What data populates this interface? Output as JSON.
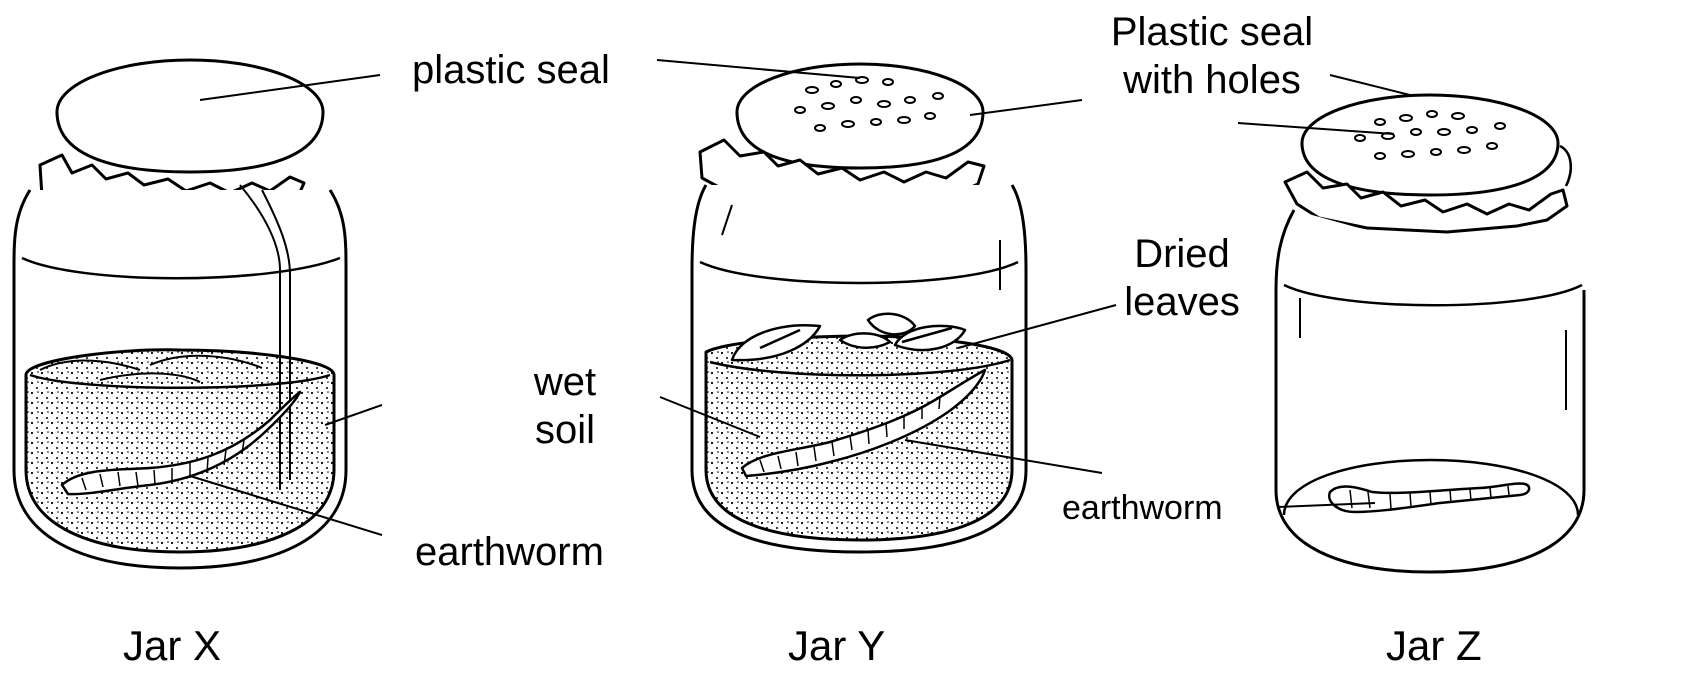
{
  "labels": {
    "plastic_seal": "plastic seal",
    "plastic_seal_holes_line1": "Plastic seal",
    "plastic_seal_holes_line2": "with holes",
    "dried_leaves_line1": "Dried",
    "dried_leaves_line2": "leaves",
    "wet_soil_line1": "wet",
    "wet_soil_line2": "soil",
    "earthworm_x": "earthworm",
    "earthworm_z": "earthworm"
  },
  "captions": {
    "jar_x": "Jar X",
    "jar_y": "Jar Y",
    "jar_z": "Jar Z"
  },
  "colors": {
    "ink": "#000000",
    "background": "#ffffff"
  }
}
